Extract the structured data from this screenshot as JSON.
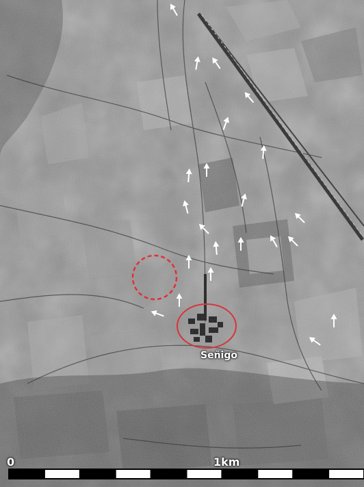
{
  "map": {
    "place_name": "Señigo",
    "scale_bar": {
      "start_label": "0",
      "end_label": "1km",
      "segments": 10
    },
    "colors": {
      "circle_place": "#d8343a",
      "circle_dashed": "#e0303a",
      "arrows": "#ffffff",
      "scale_dark": "#000000",
      "scale_light": "#ffffff"
    },
    "arrow_icon": "white-arrow-icon"
  }
}
